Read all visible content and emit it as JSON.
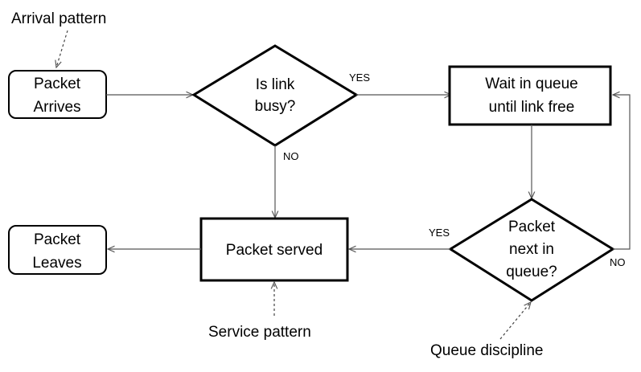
{
  "annotations": {
    "arrival_pattern": "Arrival pattern",
    "service_pattern": "Service pattern",
    "queue_discipline": "Queue discipline"
  },
  "nodes": {
    "packet_arrives": [
      "Packet",
      "Arrives"
    ],
    "is_link_busy": [
      "Is link",
      "busy?"
    ],
    "wait_in_queue": [
      "Wait in queue",
      "until link free"
    ],
    "packet_served": [
      "Packet served"
    ],
    "packet_leaves": [
      "Packet",
      "Leaves"
    ],
    "packet_next_in_queue": [
      "Packet",
      "next in",
      "queue?"
    ]
  },
  "edge_labels": {
    "busy_yes": "YES",
    "busy_no": "NO",
    "next_yes": "YES",
    "next_no": "NO"
  }
}
